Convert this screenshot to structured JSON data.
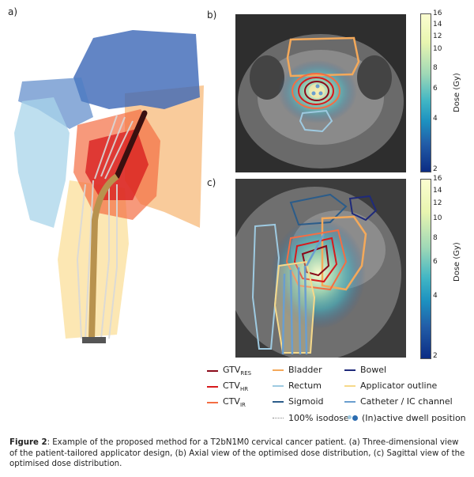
{
  "panel_labels": {
    "a": "a)",
    "b": "b)",
    "c": "c)"
  },
  "colorbar": {
    "title": "Dose (Gy)",
    "ticks_major": [
      "16",
      "14",
      "12",
      "10",
      "8",
      "6",
      "4",
      "2"
    ]
  },
  "legend": {
    "gtv": {
      "label": "GTV",
      "sub": "RES",
      "color": "#8b0a1a"
    },
    "ctv_hr": {
      "label": "CTV",
      "sub": "HR",
      "color": "#d7191c"
    },
    "ctv_ir": {
      "label": "CTV",
      "sub": "IR",
      "color": "#f46d43"
    },
    "bladder": {
      "label": "Bladder",
      "color": "#f4a95a"
    },
    "rectum": {
      "label": "Rectum",
      "color": "#9ecae1"
    },
    "sigmoid": {
      "label": "Sigmoid",
      "color": "#2b5c8a"
    },
    "bowel": {
      "label": "Bowel",
      "color": "#1f2a7a"
    },
    "applicator": {
      "label": "Applicator outline",
      "color": "#f6d98a"
    },
    "catheter": {
      "label": "Catheter / IC channel",
      "color": "#6a9ecf"
    },
    "isodose": {
      "label": "100% isodose"
    },
    "dwell": {
      "label": "(In)active dwell position"
    }
  },
  "caption": {
    "prefix": "Figure 2",
    "text": ": Example of the proposed method for a T2bN1M0 cervical cancer patient. (a) Three-dimensional view of the patient-tailored applicator design, (b) Axial view of the optimised dose distribution, (c) Sagittal view of the optimised dose distribution."
  }
}
